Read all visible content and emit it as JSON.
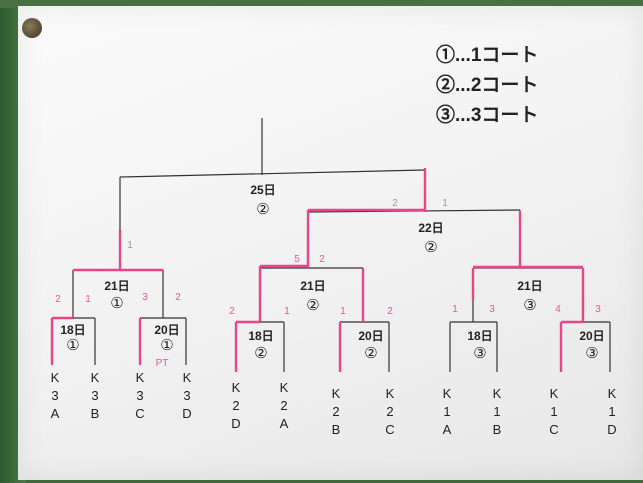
{
  "legend": [
    {
      "text": "①...1コート"
    },
    {
      "text": "②...2コート"
    },
    {
      "text": "③...3コート"
    }
  ],
  "matches": {
    "final": {
      "date": "25日",
      "court": "②"
    },
    "semi_right": {
      "date": "22日",
      "court": "②"
    },
    "qf_left": {
      "date": "21日",
      "court": "①"
    },
    "qf_mid": {
      "date": "21日",
      "court": "②"
    },
    "qf_right": {
      "date": "21日",
      "court": "③"
    },
    "r1_a": {
      "date": "18日",
      "court": "①"
    },
    "r1_b": {
      "date": "20日",
      "court": "①"
    },
    "r1_c": {
      "date": "18日",
      "court": "②"
    },
    "r1_d": {
      "date": "20日",
      "court": "②"
    },
    "r1_e": {
      "date": "18日",
      "court": "③"
    },
    "r1_f": {
      "date": "20日",
      "court": "③"
    }
  },
  "teams": [
    [
      "K",
      "3",
      "A"
    ],
    [
      "K",
      "3",
      "B"
    ],
    [
      "K",
      "3",
      "C"
    ],
    [
      "K",
      "3",
      "D"
    ],
    [
      "K",
      "2",
      "D"
    ],
    [
      "K",
      "2",
      "A"
    ],
    [
      "K",
      "2",
      "B"
    ],
    [
      "K",
      "2",
      "C"
    ],
    [
      "K",
      "1",
      "A"
    ],
    [
      "K",
      "1",
      "B"
    ],
    [
      "K",
      "1",
      "C"
    ],
    [
      "K",
      "1",
      "D"
    ]
  ],
  "handwritten": {
    "final_left": "1",
    "final_right_a": "2",
    "final_right_b": "1",
    "semi_left_a": "5",
    "semi_left_b": "2",
    "r1a_l": "2",
    "r1a_r": "1",
    "r1b_l": "3",
    "r1b_r": "2",
    "r1c_l": "2",
    "r1c_r": "1",
    "r1d_l": "1",
    "r1d_r": "2",
    "r1e_l": "1",
    "r1e_r": "3",
    "r1f_l": "4",
    "r1f_r": "3",
    "note": "PT"
  },
  "colors": {
    "pen": "#e8458b",
    "ink": "#333333"
  }
}
